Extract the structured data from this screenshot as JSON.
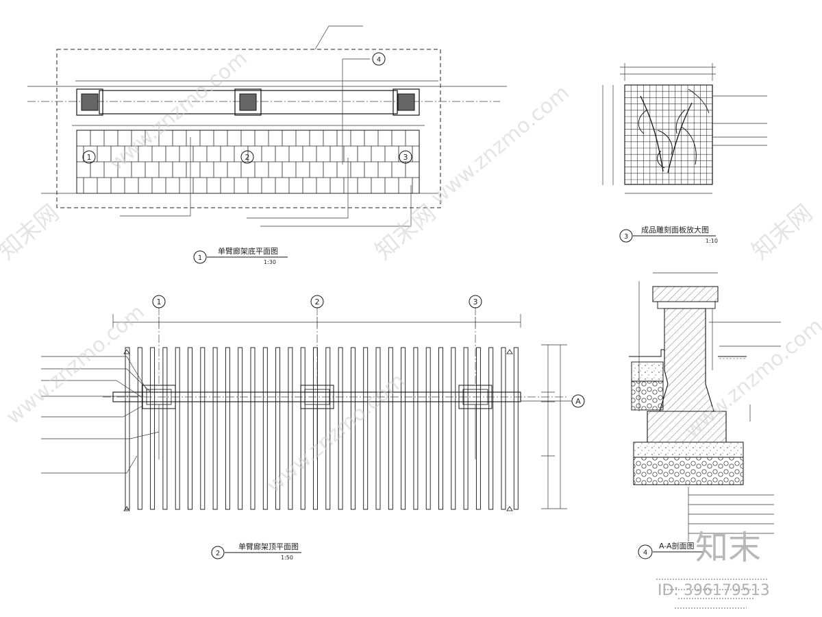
{
  "watermarks": {
    "brand_cn": "知末网",
    "brand_url": "www.znzmo.com",
    "logo_cn": "知末",
    "id_text": "ID: 396179513"
  },
  "grid_labels": [
    "1",
    "2",
    "3"
  ],
  "section_marker": "A",
  "detail_marker": "4",
  "drawings": {
    "floor_plan": {
      "number": "1",
      "title": "单臂廊架底平面图",
      "scale": "1:30"
    },
    "top_plan": {
      "number": "2",
      "title": "单臂廊架顶平面图",
      "scale": "1:50"
    },
    "detail": {
      "number": "3",
      "title": "成品雕刻面板放大图",
      "scale": "1:10"
    },
    "section": {
      "number": "4",
      "title": "A-A剖面图"
    }
  }
}
